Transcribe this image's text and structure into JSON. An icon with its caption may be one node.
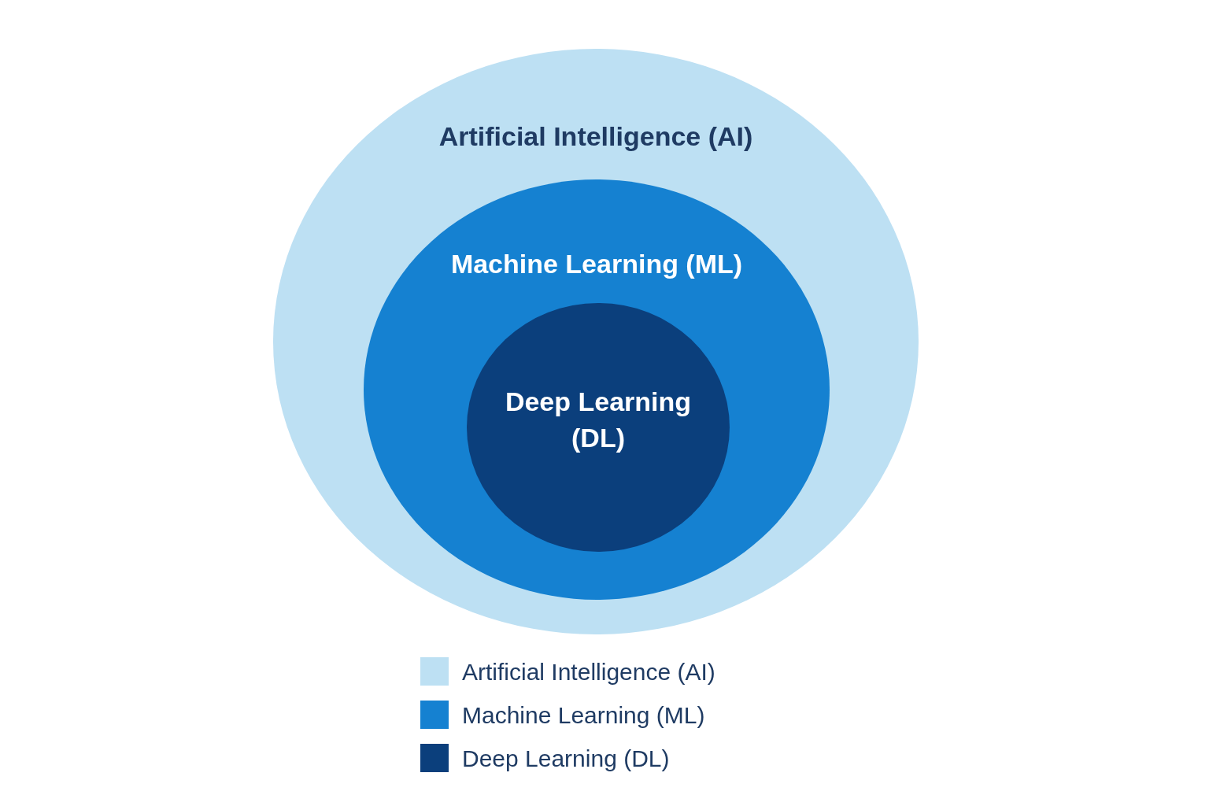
{
  "diagram": {
    "nodes": [
      {
        "text": [
          "Artificial Intelligence (AI)"
        ]
      },
      {
        "text": [
          "Machine Learning (ML)"
        ],
        "in": 0
      },
      {
        "text": [
          "Deep Learning (DL)"
        ],
        "in": 1
      }
    ],
    "legend": [
      {
        "text": "Artificial Intelligence (AI)",
        "color": "#bde0f3"
      },
      {
        "text": "Machine Learning (ML)",
        "color": "#1581d1"
      },
      {
        "text": "Deep Learning (DL)",
        "color": "#0b3f7c"
      }
    ]
  }
}
